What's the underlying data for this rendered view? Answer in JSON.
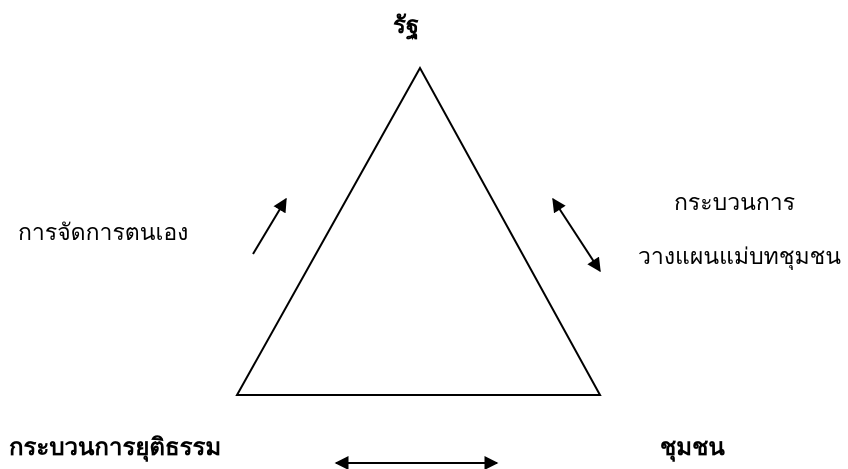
{
  "nodes": {
    "top": "รัฐ",
    "bottom_left": "กระบวนการยุติธรรม",
    "bottom_right": "ชุมชน"
  },
  "edges": {
    "left": "การจัดการตนเอง",
    "right_line1": "กระบวนการ",
    "right_line2": "วางแผนแม่บทชุมชน"
  },
  "colors": {
    "stroke": "#000000",
    "background": "#ffffff"
  }
}
